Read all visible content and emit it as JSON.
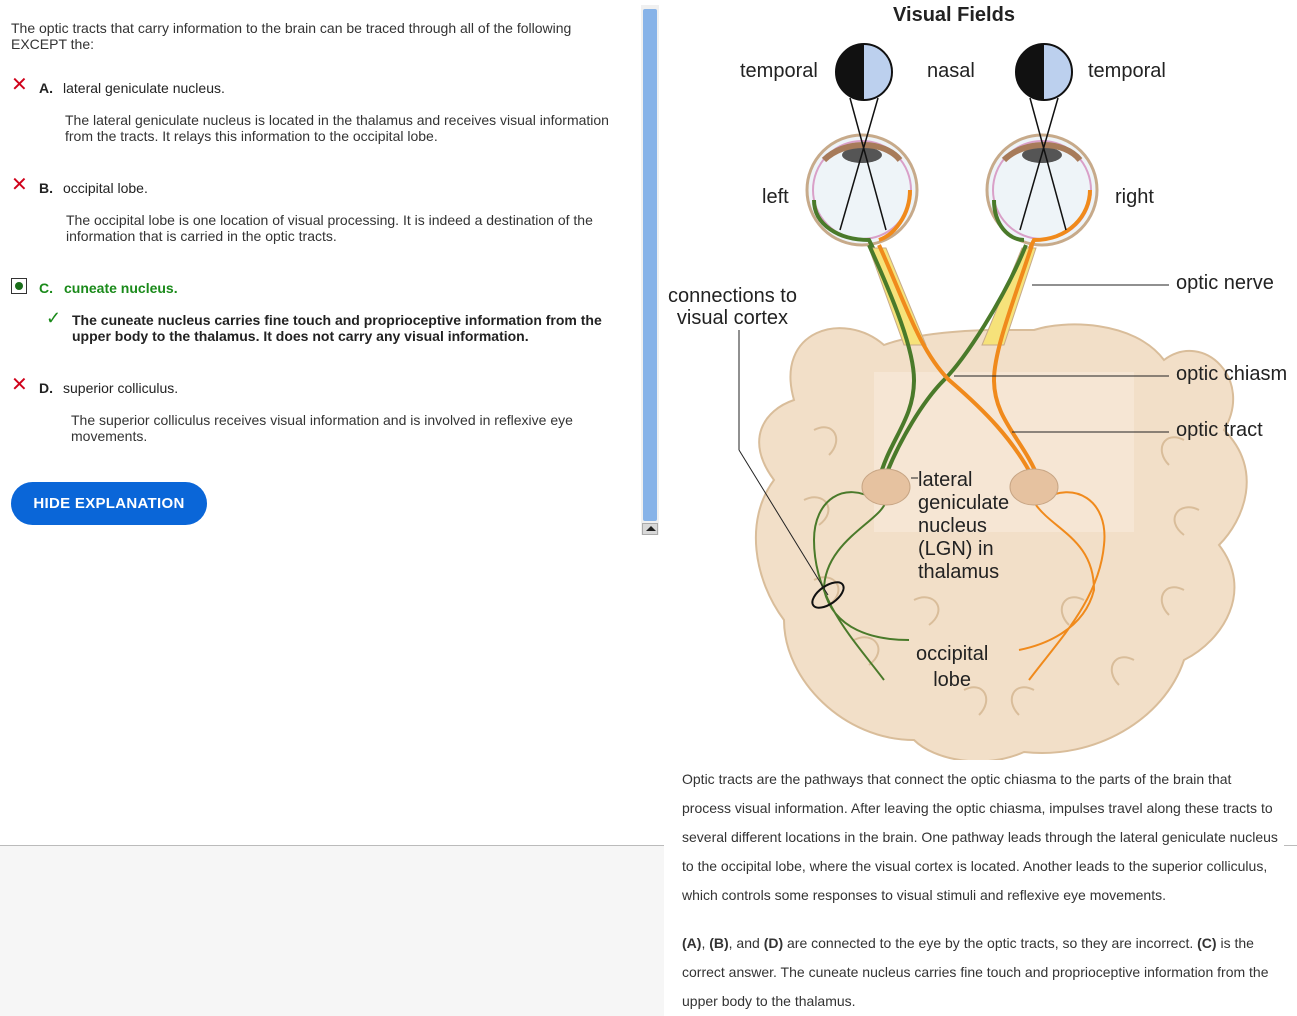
{
  "question": {
    "text": "The optic tracts that carry information to the brain can be traced through all of the following EXCEPT the:"
  },
  "choices": [
    {
      "letter": "A.",
      "text": "lateral geniculate nucleus.",
      "status": "incorrect",
      "explanation": "The lateral geniculate nucleus is located in the thalamus and receives visual information from the tracts. It relays this information to the occipital lobe."
    },
    {
      "letter": "B.",
      "text": "occipital lobe.",
      "status": "incorrect",
      "explanation": "The occipital lobe is one location of visual processing. It is indeed a destination of the information that is carried in the optic tracts."
    },
    {
      "letter": "C.",
      "text": "cuneate nucleus.",
      "status": "correct",
      "explanation": "The cuneate nucleus carries fine touch and proprioceptive information from the upper body to the thalamus. It does not carry any visual information."
    },
    {
      "letter": "D.",
      "text": "superior colliculus.",
      "status": "incorrect",
      "explanation": "The superior colliculus receives visual information and is involved in reflexive eye movements."
    }
  ],
  "hide_button": {
    "label": "HIDE EXPLANATION"
  },
  "figure": {
    "title": "Visual Fields",
    "labels": {
      "temporal_left": "temporal",
      "nasal": "nasal",
      "temporal_right": "temporal",
      "left": "left",
      "right": "right",
      "optic_nerve": "optic nerve",
      "connections": "connections to\nvisual cortex",
      "optic_chiasm": "optic chiasm",
      "optic_tract": "optic tract",
      "lgn": "lateral\ngeniculate\nnucleus\n(LGN) in\nthalamus",
      "occipital": "occipital\nlobe"
    }
  },
  "explanation_paragraphs": {
    "p1": "Optic tracts are the pathways that connect the optic chiasma to the parts of the brain that process visual information. After leaving the optic chiasma, impulses travel along these tracts to several different locations in the brain. One pathway leads through the lateral geniculate nucleus to the occipital lobe, where the visual cortex is located. Another leads to the superior colliculus, which controls some responses to visual stimuli and reflexive eye movements.",
    "p2_a": "(A)",
    "p2_sep1": ", ",
    "p2_b": "(B)",
    "p2_sep2": ", and ",
    "p2_d": "(D)",
    "p2_mid": " are connected to the eye by the optic tracts, so they are incorrect. ",
    "p2_c": "(C)",
    "p2_end": " is the correct answer. The cuneate nucleus carries fine touch and proprioceptive information from the upper body to the thalamus."
  },
  "colors": {
    "incorrect": "#d0021b",
    "correct": "#1a8a1a",
    "button": "#0a66d8",
    "green_path": "#4a7a2a",
    "orange_path": "#f08a1c",
    "brain": "#f2dfc8"
  }
}
